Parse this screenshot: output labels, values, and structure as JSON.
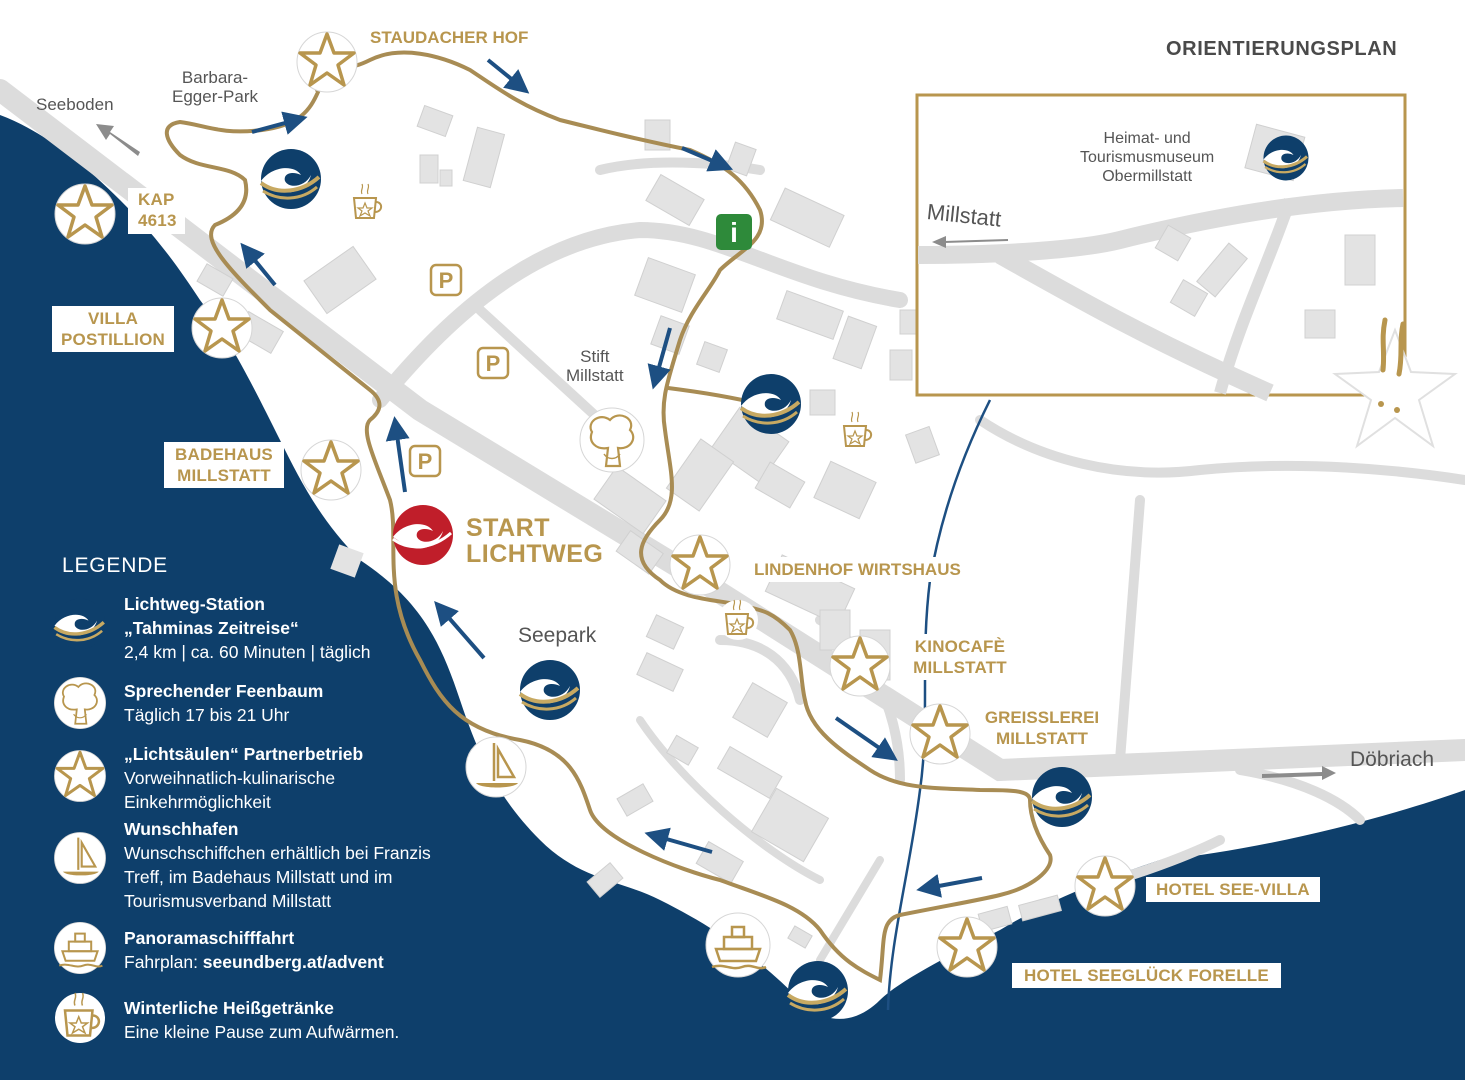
{
  "plan_title": "ORIENTIERUNGSPLAN",
  "stations_gold": [
    {
      "id": "staudacher-hof",
      "text": "STAUDACHER HOF"
    },
    {
      "id": "kap-4613",
      "text": "KAP\n4613"
    },
    {
      "id": "villa-postillion",
      "text": "VILLA\nPOSTILLION"
    },
    {
      "id": "badehaus-millstatt",
      "text": "BADEHAUS\nMILLSTATT"
    },
    {
      "id": "lindenhof-wirtshaus",
      "text": "LINDENHOF WIRTSHAUS"
    },
    {
      "id": "kinocafe-millstatt",
      "text": "KINOCAFÈ\nMILLSTATT"
    },
    {
      "id": "greisslerei-millstatt",
      "text": "GREISSLEREI\nMILLSTATT"
    },
    {
      "id": "hotel-see-villa",
      "text": "HOTEL SEE-VILLA"
    },
    {
      "id": "hotel-seeglueck-forelle",
      "text": "HOTEL SEEGLÜCK FORELLE"
    }
  ],
  "places": {
    "seeboden": "Seeboden",
    "barbara_egger_park": "Barbara-\nEgger-Park",
    "stift_millstatt": "Stift\nMillstatt",
    "seepark": "Seepark",
    "doebriach": "Döbriach",
    "millstatt": "Millstatt",
    "museum": "Heimat- und\nTourismusmuseum\nObermillstatt"
  },
  "start": {
    "line1": "START",
    "line2": "LICHTWEG"
  },
  "parking_symbol": "P",
  "info_symbol": "i",
  "legend": {
    "title": "LEGENDE",
    "items": [
      {
        "icon": "lichtweg-station-icon",
        "title": "Lichtweg-Station\n„Tahminas Zeitreise“",
        "desc": "2,4 km | ca. 60 Minuten | täglich"
      },
      {
        "icon": "feenbaum-icon",
        "title": "Sprechender Feenbaum",
        "desc": "Täglich 17 bis 21 Uhr"
      },
      {
        "icon": "star-icon",
        "title": "„Lichtsäulen“ Partnerbetrieb",
        "desc": "Vorweihnatlich-kulinarische\nEinkehrmöglichkeit"
      },
      {
        "icon": "sailboat-icon",
        "title": "Wunschhafen",
        "desc": "Wunschschiffchen erhältlich bei Franzis\nTreff, im Badehaus Millstatt und im\nTourismusverband Millstatt"
      },
      {
        "icon": "ship-icon",
        "title": "Panoramaschifffahrt",
        "desc_prefix": "Fahrplan: ",
        "desc_link": "seeundberg.at/advent"
      },
      {
        "icon": "hot-drink-icon",
        "title": "Winterliche Heißgetränke",
        "desc": "Eine kleine Pause zum Aufwärmen."
      }
    ]
  },
  "colors": {
    "lake": "#0e3f6b",
    "land": "#ffffff",
    "road": "#dcdcdc",
    "building": "#e3e3e3",
    "route": "#a88c54",
    "gold_text": "#b8964e",
    "arrow_blue": "#1d4f82",
    "start_red": "#c01e2a",
    "info_green": "#2e8a3a"
  }
}
